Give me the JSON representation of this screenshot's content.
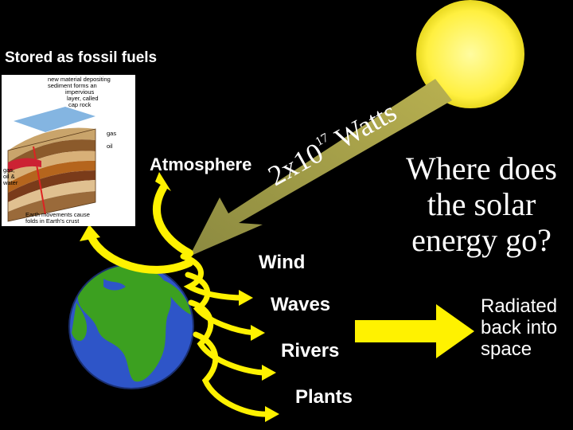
{
  "labels": {
    "stored": "Stored as fossil fuels",
    "atmosphere": "Atmosphere",
    "watts_prefix": "2x10",
    "watts_exponent": "17",
    "watts_unit": " Watts",
    "wind": "Wind",
    "waves": "Waves",
    "rivers": "Rivers",
    "plants": "Plants",
    "question": "Where does the solar energy go?",
    "radiated": "Radiated back into space"
  },
  "fossil_panel": {
    "new_material": "new material depositing",
    "sediment": "sediment forms an",
    "impervious": "impervious",
    "layer_called": "layer, called",
    "cap_rock": "cap rock",
    "gas": "gas",
    "oil": "oil",
    "gas_oil_water_1": "gas,",
    "gas_oil_water_2": "oil &",
    "gas_oil_water_3": "water",
    "earth_movements": "Earth movements cause",
    "folds": "folds in Earth's crust"
  },
  "colors": {
    "background": "#000000",
    "sun": "#FFF040",
    "beam": "#A8A050",
    "arrow": "#FFF200",
    "ocean": "#2E55C8",
    "land": "#3CA020",
    "text": "#FFFFFF"
  },
  "icons": {
    "sun": "sun",
    "earth": "earth-globe",
    "fossil": "rock-strata-cross-section"
  }
}
